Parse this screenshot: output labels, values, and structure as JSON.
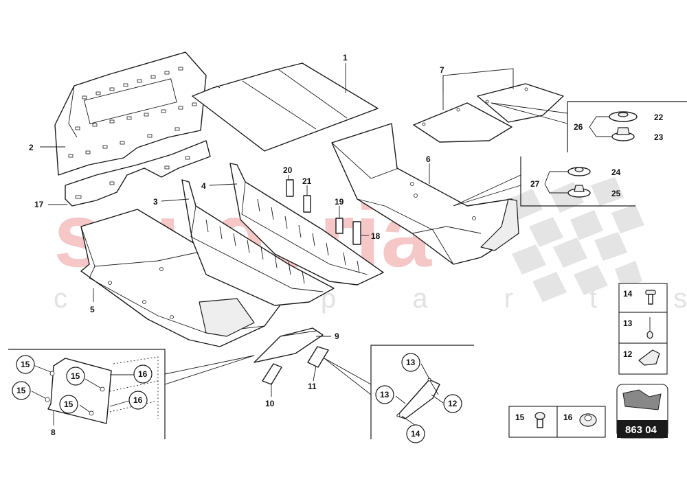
{
  "watermark": {
    "brand": "scuderia",
    "sub": "c a r p a r t s"
  },
  "diagram_code": "863 04",
  "colors": {
    "watermark_red": "#f6c7c7",
    "watermark_grey": "#e2e2e2",
    "checker_grey": "#e4e4e4",
    "line": "#1a1a1a"
  },
  "callouts": {
    "c1": "1",
    "c2": "2",
    "c3": "3",
    "c4": "4",
    "c5": "5",
    "c6": "6",
    "c7": "7",
    "c8": "8",
    "c9": "9",
    "c10": "10",
    "c11": "11",
    "c12": "12",
    "c13": "13",
    "c14": "14",
    "c15": "15",
    "c16": "16",
    "c17": "17",
    "c18": "18",
    "c19": "19",
    "c20": "20",
    "c21": "21",
    "c22": "22",
    "c23": "23",
    "c24": "24",
    "c25": "25",
    "c26": "26",
    "c27": "27"
  },
  "legend": {
    "side_items": [
      "14",
      "13",
      "12"
    ],
    "bottom_items": [
      "15",
      "16"
    ]
  }
}
